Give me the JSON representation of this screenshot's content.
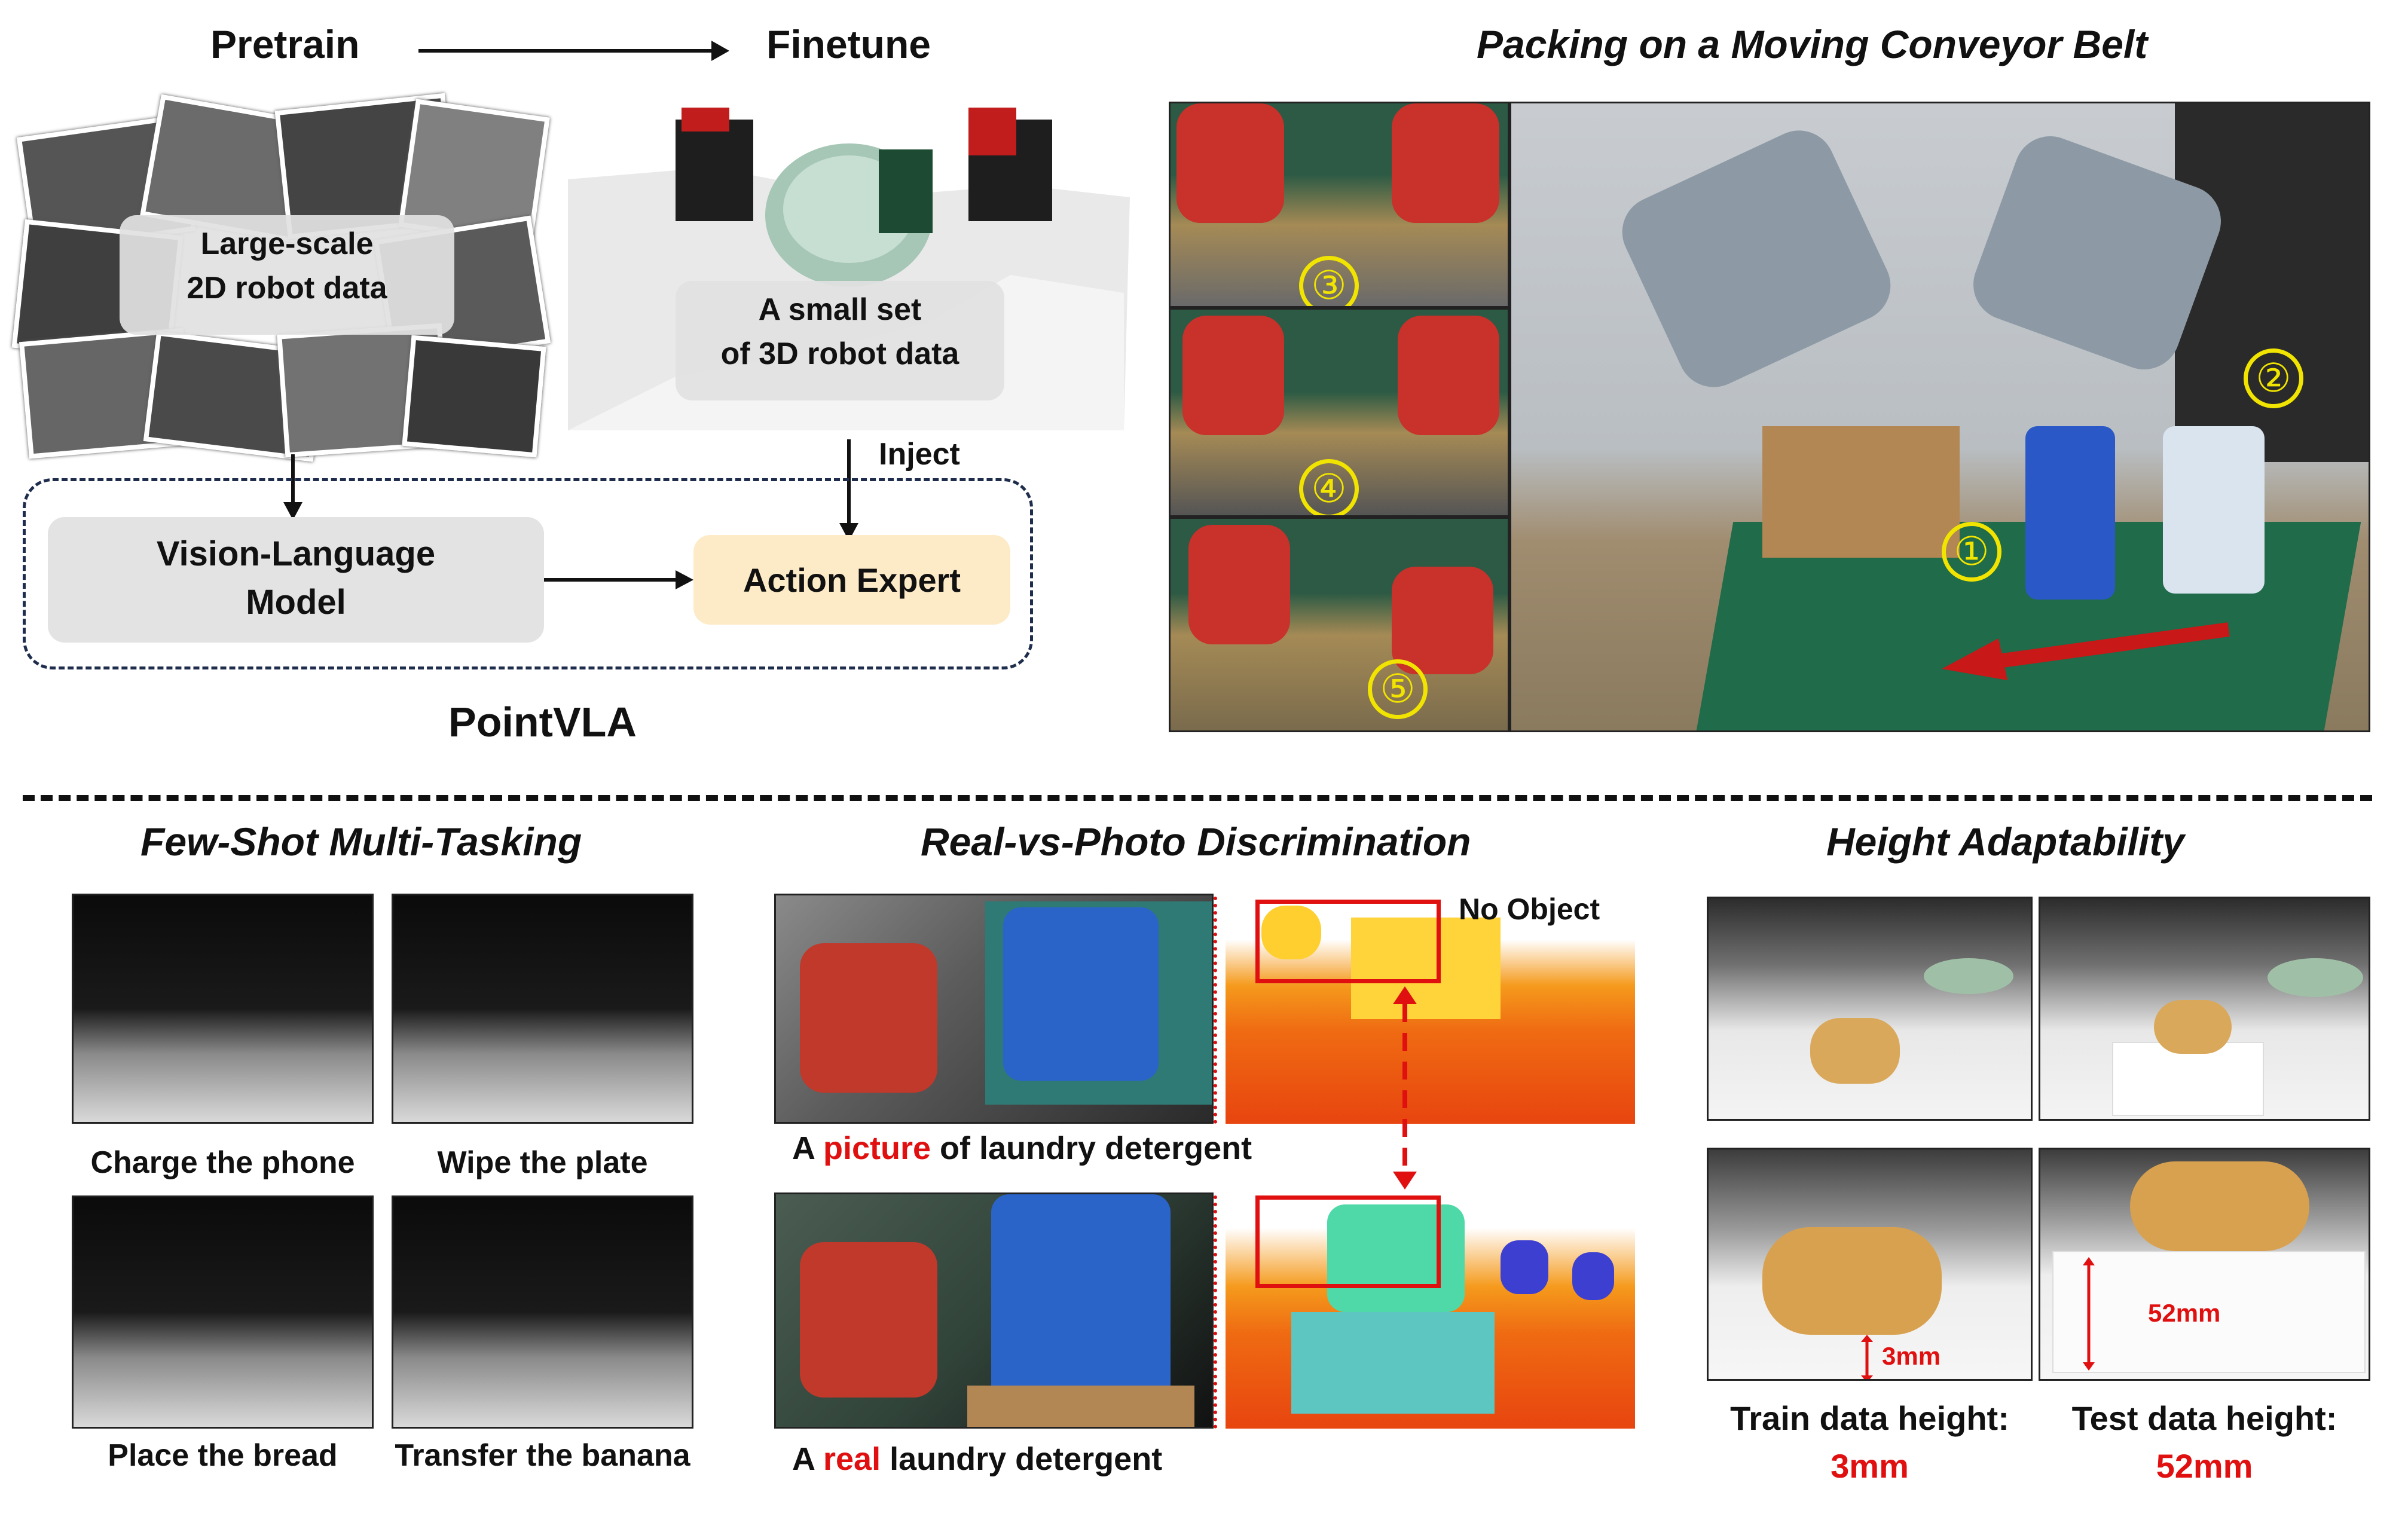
{
  "top_left": {
    "pretrain": "Pretrain",
    "finetune": "Finetune",
    "large_data_line1": "Large-scale",
    "large_data_line2": "2D robot data",
    "small_data_line1": "A small set",
    "small_data_line2": "of 3D robot data",
    "inject": "Inject",
    "vlm_line1": "Vision-Language",
    "vlm_line2": "Model",
    "action_expert": "Action Expert",
    "model_name": "PointVLA"
  },
  "conveyor": {
    "title": "Packing on a Moving Conveyor Belt",
    "steps": [
      "1",
      "2",
      "3",
      "4",
      "5"
    ],
    "step_glyphs": [
      "①",
      "②",
      "③",
      "④",
      "⑤"
    ]
  },
  "few_shot": {
    "title": "Few-Shot Multi-Tasking",
    "tasks": [
      "Charge the phone",
      "Wipe the plate",
      "Place the bread",
      "Transfer the banana"
    ]
  },
  "real_vs_photo": {
    "title": "Real-vs-Photo Discrimination",
    "no_object": "No Object",
    "picture_caption": {
      "prefix": "A ",
      "highlight": "picture",
      "suffix": " of laundry detergent"
    },
    "real_caption": {
      "prefix": "A ",
      "highlight": "real",
      "suffix": " laundry detergent"
    }
  },
  "height": {
    "title": "Height Adaptability",
    "train_small": "3mm",
    "test_small": "52mm",
    "train_label": "Train data height:",
    "train_value": "3mm",
    "test_label": "Test data height:",
    "test_value": "52mm"
  },
  "colors": {
    "accent_red": "#e01010",
    "highlight_yellow": "#f1e400",
    "box_gray": "#e3e3e3",
    "box_beige": "#fdebc8",
    "dashed_navy": "#1f2d4d"
  }
}
